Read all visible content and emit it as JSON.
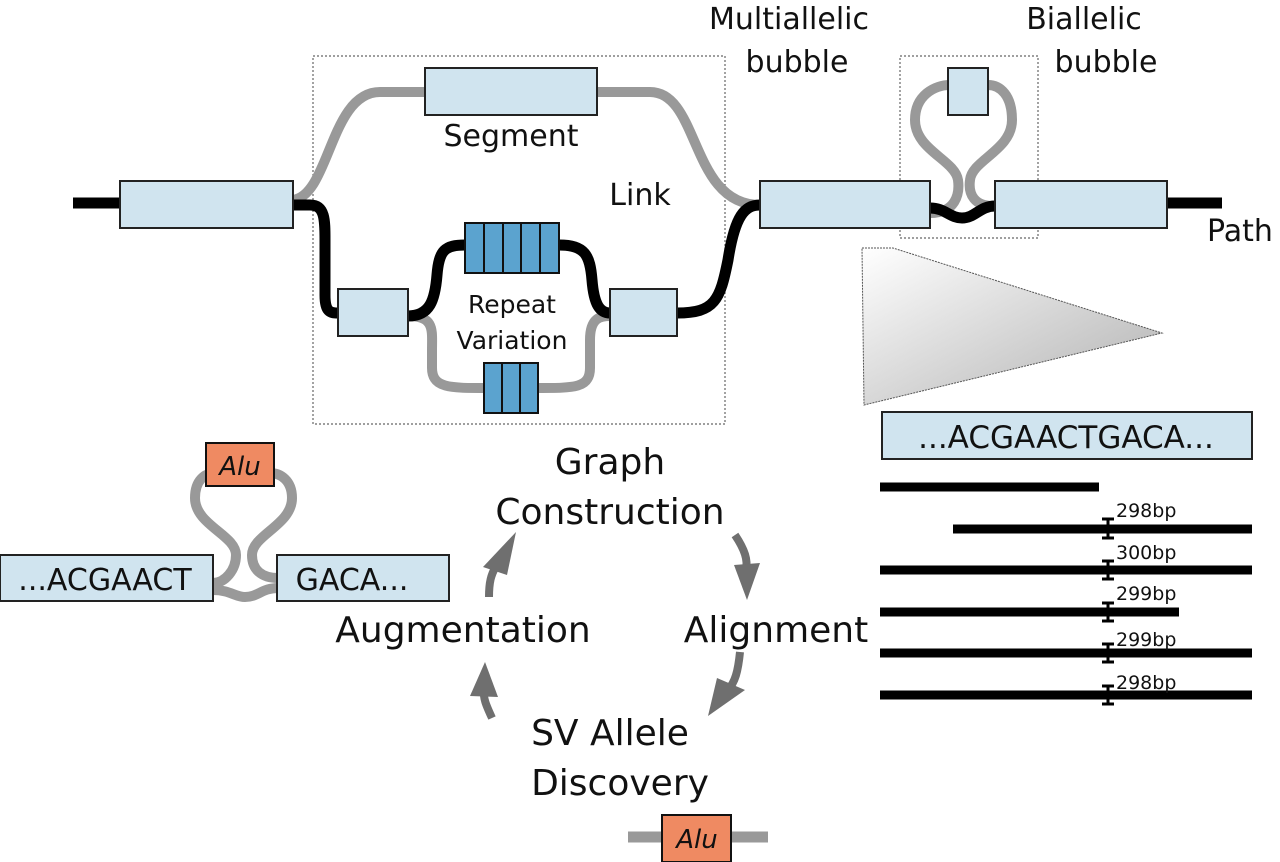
{
  "figure": {
    "labels": {
      "segment": "Segment",
      "link": "Link",
      "path": "Path",
      "repeat": "Repeat",
      "variation": "Variation",
      "multiallelic_1": "Multiallelic",
      "multiallelic_2": "bubble",
      "biallelic_1": "Biallelic",
      "biallelic_2": "bubble"
    },
    "reference_sequence": "...ACGAACTGACA...",
    "insertion_example": {
      "left": "...ACGAACT",
      "right": "GACA...",
      "insert": "Alu"
    },
    "cycle": {
      "graph_1": "Graph",
      "graph_2": "Construction",
      "alignment": "Alignment",
      "sv_1": "SV Allele",
      "sv_2": "Discovery",
      "augmentation": "Augmentation"
    },
    "discovered_allele": "Alu",
    "read_insert_sizes": [
      "298bp",
      "300bp",
      "299bp",
      "299bp",
      "298bp"
    ],
    "colors": {
      "segment_fill": "#d0e4ef",
      "repeat_fill": "#5ba3cf",
      "alu_fill": "#ef8a62",
      "link_gray": "#999999",
      "path_black": "#000000",
      "arrow_gray": "#6f6f6f"
    }
  }
}
